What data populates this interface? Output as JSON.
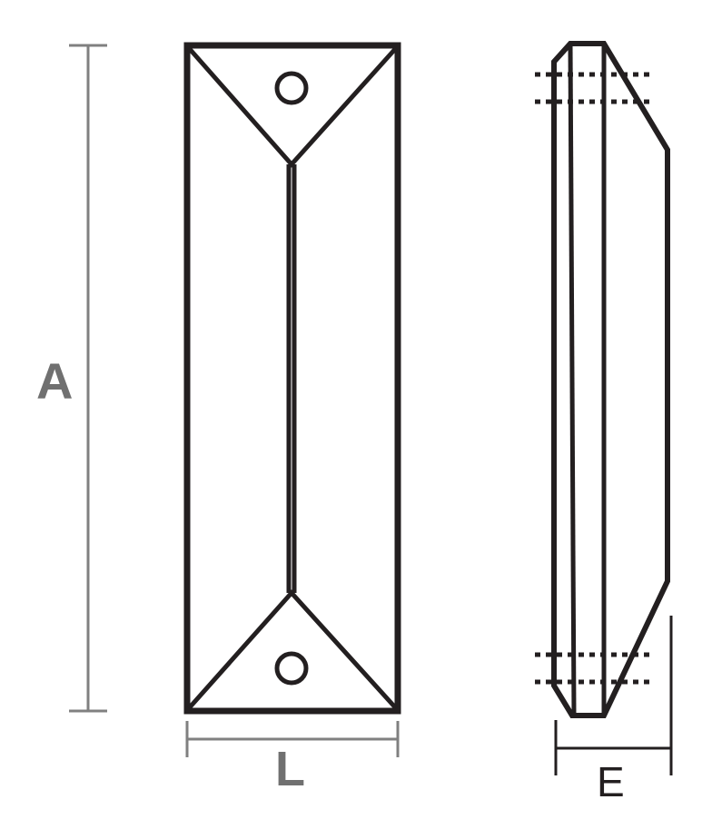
{
  "dimensions": {
    "height_label": "A",
    "width_label": "L",
    "thickness_label": "E"
  },
  "colors": {
    "outline": "#231f20",
    "dimension_line": "#808080",
    "dimension_text_gray": "#707070",
    "dimension_text_dark": "#231f20",
    "background": "#ffffff"
  }
}
